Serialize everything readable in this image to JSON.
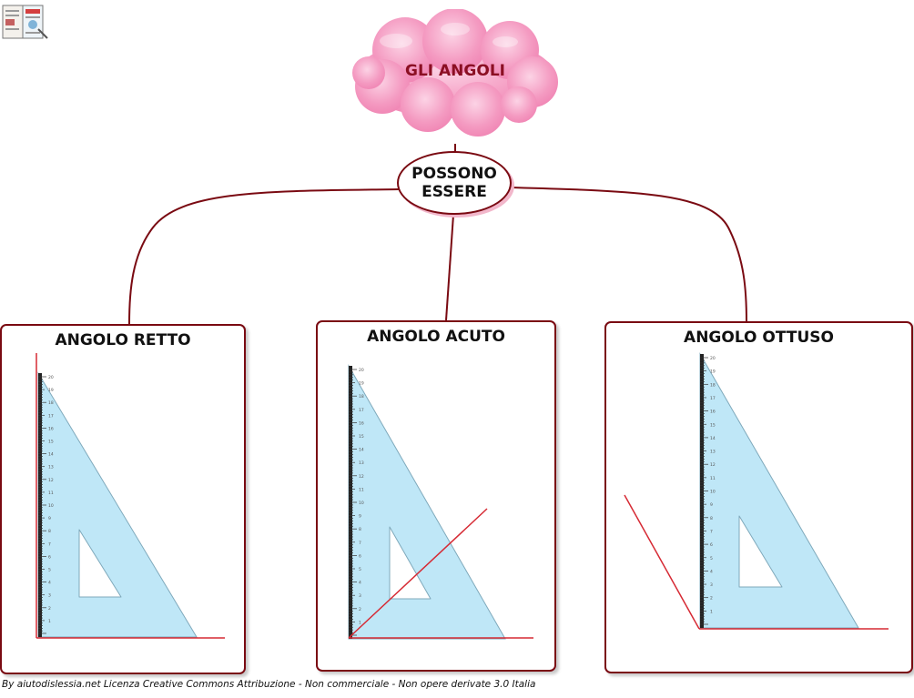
{
  "root": {
    "title": "GLI ANGOLI"
  },
  "connector": {
    "label": "POSSONO\nESSERE"
  },
  "cards": [
    {
      "title": "ANGOLO RETTO"
    },
    {
      "title": "ANGOLO ACUTO"
    },
    {
      "title": "ANGOLO OTTUSO"
    }
  ],
  "ruler_labels": [
    "1",
    "2",
    "3",
    "4",
    "5",
    "6",
    "7",
    "8",
    "9",
    "10",
    "11",
    "12",
    "13",
    "14",
    "15",
    "16",
    "17",
    "18",
    "19",
    "20"
  ],
  "colors": {
    "line": "#7a0a12",
    "triangle": "#bfe7f7",
    "ray": "#d62a34",
    "cloud": "#f49ac1"
  },
  "footer": {
    "text": "By aiutodislessia.net Licenza Creative Commons Attribuzione - Non commerciale - Non opere derivate 3.0 Italia"
  }
}
